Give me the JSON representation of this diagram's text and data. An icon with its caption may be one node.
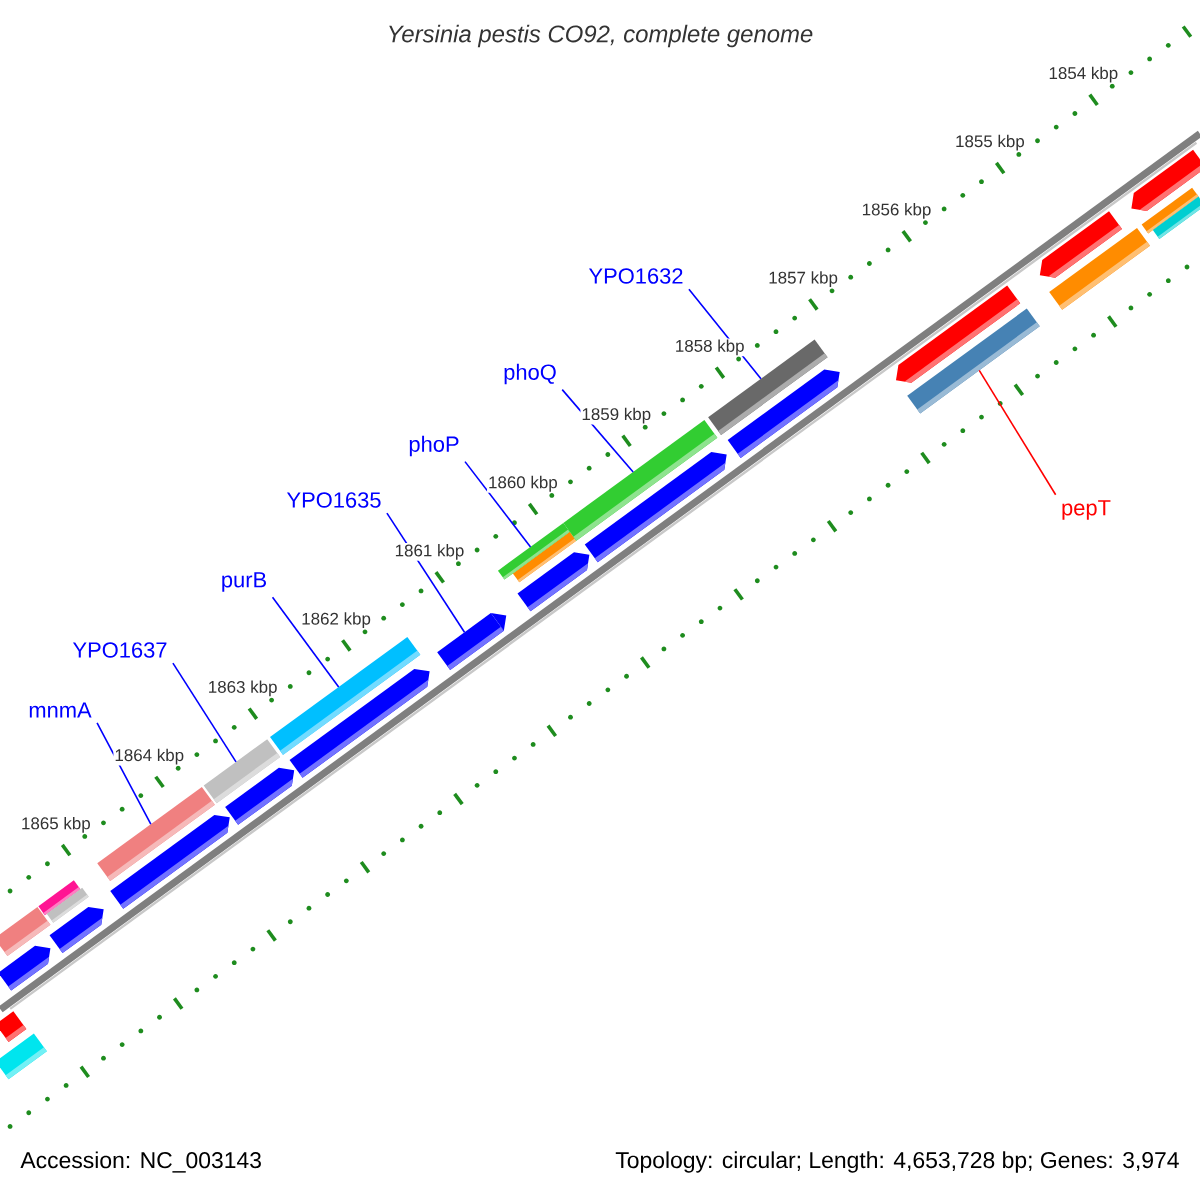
{
  "diagram": {
    "title": "Yersinia pestis CO92, complete genome",
    "nodes": [
      {
        "text": [
          "mnmA"
        ]
      },
      {
        "text": [
          "YPO1637"
        ]
      },
      {
        "text": [
          "purB"
        ]
      },
      {
        "text": [
          "YPO1635"
        ]
      },
      {
        "text": [
          "phoP"
        ]
      },
      {
        "text": [
          "phoQ"
        ]
      },
      {
        "text": [
          "YPO1632"
        ]
      },
      {
        "text": [
          "pepT"
        ]
      },
      {
        "text": [],
        "shape": "bar"
      },
      {
        "text": [],
        "shape": "bar"
      },
      {
        "text": [],
        "shape": "bar"
      },
      {
        "text": [],
        "shape": "bar"
      },
      {
        "text": [],
        "shape": "bar"
      },
      {
        "text": [],
        "shape": "bar"
      },
      {
        "text": [],
        "shape": "bar"
      },
      {
        "text": [],
        "shape": "bar"
      }
    ],
    "edges": [
      {
        "from": 0,
        "to": 8,
        "arrow": "none"
      },
      {
        "from": 1,
        "to": 9,
        "arrow": "none"
      },
      {
        "from": 2,
        "to": 10,
        "arrow": "none"
      },
      {
        "from": 3,
        "to": 11,
        "arrow": "none"
      },
      {
        "from": 4,
        "to": 12,
        "arrow": "none"
      },
      {
        "from": 5,
        "to": 13,
        "arrow": "none"
      },
      {
        "from": 6,
        "to": 14,
        "arrow": "none"
      },
      {
        "from": 7,
        "to": 15,
        "arrow": "none",
        "color": "#ff0000"
      }
    ],
    "labels": [
      "1854 kbp",
      "1855 kbp",
      "1856 kbp",
      "1857 kbp",
      "1858 kbp",
      "1859 kbp",
      "1860 kbp",
      "1861 kbp",
      "1862 kbp",
      "1863 kbp",
      "1864 kbp",
      "1865 kbp",
      "Accession: NC_003143",
      "Topology: circular; Length: 4,653,728 bp; Genes: 3,974"
    ]
  }
}
